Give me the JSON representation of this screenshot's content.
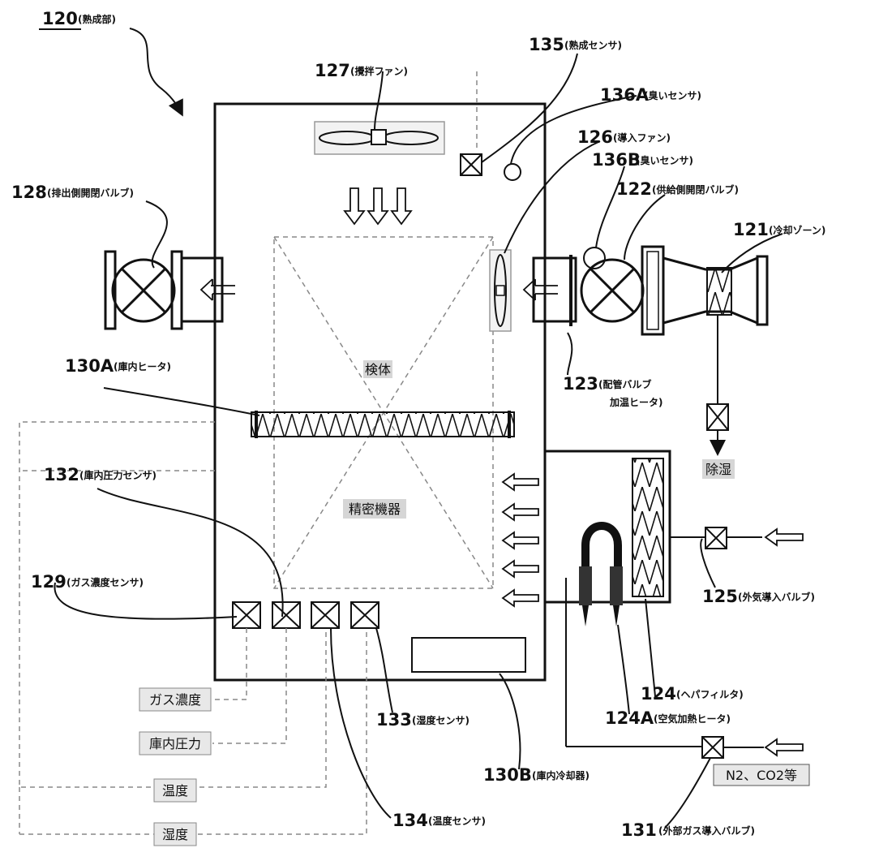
{
  "diagram": {
    "title": {
      "num": "120",
      "sub": "(熟成部)"
    },
    "parts": {
      "fan127": {
        "num": "127",
        "sub": "(攪拌ファン)"
      },
      "sensor135": {
        "num": "135",
        "sub": "(熟成センサ)"
      },
      "sensor136a": {
        "num": "136A",
        "sub": "(臭いセンサ)"
      },
      "fan126": {
        "num": "126",
        "sub": "(導入ファン)"
      },
      "sensor136b": {
        "num": "136B",
        "sub": "(臭いセンサ)"
      },
      "valve128": {
        "num": "128",
        "sub": "(排出側開閉バルブ)"
      },
      "valve122": {
        "num": "122",
        "sub": "(供給側開閉バルブ)"
      },
      "zone121": {
        "num": "121",
        "sub": "(冷却ゾーン)"
      },
      "heater130a": {
        "num": "130A",
        "sub": "(庫内ヒータ)"
      },
      "heater123": {
        "num": "123",
        "sub": "(配管バルブ",
        "sub2": "加温ヒータ)"
      },
      "sensor132": {
        "num": "132",
        "sub": "(庫内圧力センサ)"
      },
      "sensor129": {
        "num": "129",
        "sub": "(ガス濃度センサ)"
      },
      "valve125": {
        "num": "125",
        "sub": "(外気導入バルブ)"
      },
      "filter124": {
        "num": "124",
        "sub": "(ヘパフィルタ)"
      },
      "heater124a": {
        "num": "124A",
        "sub": "(空気加熱ヒータ)"
      },
      "sensor133": {
        "num": "133",
        "sub": "(湿度センサ)"
      },
      "cooler130b": {
        "num": "130B",
        "sub": "(庫内冷却器)"
      },
      "sensor134": {
        "num": "134",
        "sub": "(温度センサ)"
      },
      "valve131": {
        "num": "131",
        "sub": "(外部ガス導入バルブ)"
      }
    },
    "boxes": {
      "specimen": "検体",
      "instrument": "精密機器",
      "dehumid": "除湿",
      "gas_conc": "ガス濃度",
      "pressure": "庫内圧力",
      "temperature": "温度",
      "humidity": "湿度",
      "n2co2": "N2、CO2等"
    }
  }
}
